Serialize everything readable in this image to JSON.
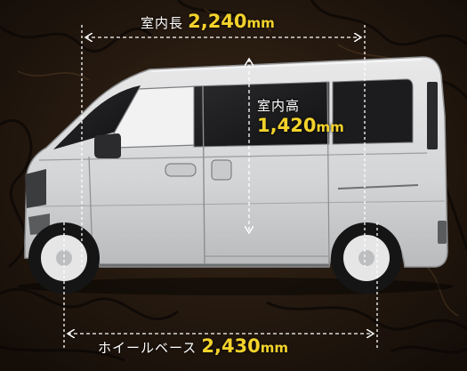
{
  "colors": {
    "accent_value": "#f3d22b",
    "label_text": "#ffffff",
    "guide_lines": "#ffffff",
    "van_body": "#d4d5d6",
    "background": "#2a1c12"
  },
  "icons": [
    "double-arrow-horizontal-icon",
    "double-arrow-vertical-icon"
  ],
  "dimensions": {
    "interior_length": {
      "label": "室内長",
      "value": "2,240",
      "unit": "mm"
    },
    "interior_height": {
      "label": "室内高",
      "value": "1,420",
      "unit": "mm"
    },
    "wheelbase": {
      "label": "ホイールベース",
      "value": "2,430",
      "unit": "mm"
    }
  }
}
